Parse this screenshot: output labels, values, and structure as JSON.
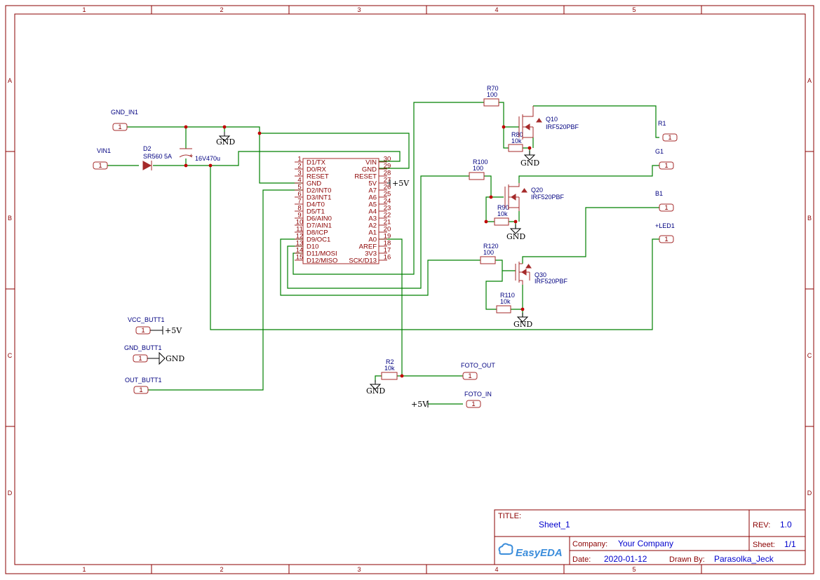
{
  "frame": {
    "columns": [
      "1",
      "2",
      "3",
      "4",
      "5"
    ],
    "rows": [
      "A",
      "B",
      "C",
      "D"
    ]
  },
  "ports": {
    "gnd_in1": {
      "name": "GND_IN1",
      "pin": "1"
    },
    "vin1": {
      "name": "VIN1",
      "pin": "1"
    },
    "vcc_butt1": {
      "name": "VCC_BUTT1",
      "pin": "1"
    },
    "gnd_butt1": {
      "name": "GND_BUTT1",
      "pin": "1"
    },
    "out_butt1": {
      "name": "OUT_BUTT1",
      "pin": "1"
    },
    "r1": {
      "name": "R1",
      "pin": "1"
    },
    "g1": {
      "name": "G1",
      "pin": "1"
    },
    "b1": {
      "name": "B1",
      "pin": "1"
    },
    "led1": {
      "name": "+LED1",
      "pin": "1"
    },
    "foto_out": {
      "name": "FOTO_OUT",
      "pin": "1"
    },
    "foto_in": {
      "name": "FOTO_IN",
      "pin": "1"
    }
  },
  "power": {
    "gnd": "GND",
    "plus5v": "+5V"
  },
  "components": {
    "d2": {
      "ref": "D2",
      "value": "SR560 5A"
    },
    "c": {
      "value": "16V470u"
    },
    "r70": {
      "ref": "R70",
      "value": "100"
    },
    "r80": {
      "ref": "R80",
      "value": "10k"
    },
    "q10": {
      "ref": "Q10",
      "value": "IRF520PBF"
    },
    "r100": {
      "ref": "R100",
      "value": "100"
    },
    "r90": {
      "ref": "R90",
      "value": "10k"
    },
    "q20": {
      "ref": "Q20",
      "value": "IRF520PBF"
    },
    "r120": {
      "ref": "R120",
      "value": "100"
    },
    "r110": {
      "ref": "R110",
      "value": "10k"
    },
    "q30": {
      "ref": "Q30",
      "value": "IRF520PBF"
    },
    "r2": {
      "ref": "R2",
      "value": "10k"
    }
  },
  "mcu": {
    "left_pins": [
      {
        "num": "1",
        "name": "D1/TX"
      },
      {
        "num": "2",
        "name": "D0/RX"
      },
      {
        "num": "3",
        "name": "RESET"
      },
      {
        "num": "4",
        "name": "GND"
      },
      {
        "num": "5",
        "name": "D2/INT0"
      },
      {
        "num": "6",
        "name": "D3/INT1"
      },
      {
        "num": "7",
        "name": "D4/T0"
      },
      {
        "num": "8",
        "name": "D5/T1"
      },
      {
        "num": "9",
        "name": "D6/AIN0"
      },
      {
        "num": "10",
        "name": "D7/AIN1"
      },
      {
        "num": "11",
        "name": "D8/ICP"
      },
      {
        "num": "12",
        "name": "D9/OC1"
      },
      {
        "num": "13",
        "name": "D10"
      },
      {
        "num": "14",
        "name": "D11/MOSI"
      },
      {
        "num": "15",
        "name": "D12/MISO"
      }
    ],
    "right_pins": [
      {
        "num": "30",
        "name": "VIN"
      },
      {
        "num": "29",
        "name": "GND"
      },
      {
        "num": "28",
        "name": "RESET"
      },
      {
        "num": "27",
        "name": "5V"
      },
      {
        "num": "26",
        "name": "A7"
      },
      {
        "num": "25",
        "name": "A6"
      },
      {
        "num": "24",
        "name": "A5"
      },
      {
        "num": "23",
        "name": "A4"
      },
      {
        "num": "22",
        "name": "A3"
      },
      {
        "num": "21",
        "name": "A2"
      },
      {
        "num": "20",
        "name": "A1"
      },
      {
        "num": "19",
        "name": "A0"
      },
      {
        "num": "18",
        "name": "AREF"
      },
      {
        "num": "17",
        "name": "3V3"
      },
      {
        "num": "16",
        "name": "SCK/D13"
      }
    ]
  },
  "title_block": {
    "title_label": "TITLE:",
    "title": "Sheet_1",
    "rev_label": "REV:",
    "rev": "1.0",
    "company_label": "Company:",
    "company": "Your Company",
    "sheet_label": "Sheet:",
    "sheet": "1/1",
    "date_label": "Date:",
    "date": "2020-01-12",
    "drawn_label": "Drawn By:",
    "drawn_by": "Parasolka_Jeck",
    "logo": "EasyEDA"
  }
}
